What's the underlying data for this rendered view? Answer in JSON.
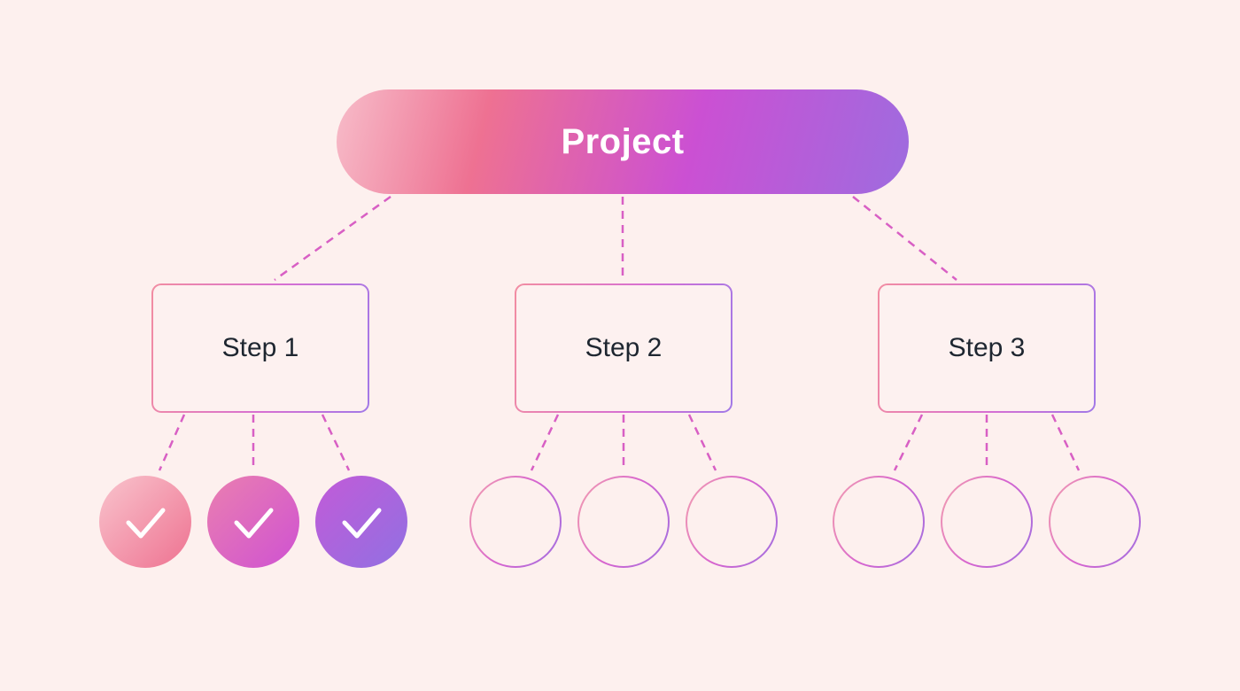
{
  "project": {
    "label": "Project"
  },
  "steps": [
    {
      "label": "Step 1",
      "tasks": [
        {
          "status": "done",
          "icon": "check-icon"
        },
        {
          "status": "done",
          "icon": "check-icon"
        },
        {
          "status": "done",
          "icon": "check-icon"
        }
      ]
    },
    {
      "label": "Step 2",
      "tasks": [
        {
          "status": "pending"
        },
        {
          "status": "pending"
        },
        {
          "status": "pending"
        }
      ]
    },
    {
      "label": "Step 3",
      "tasks": [
        {
          "status": "pending"
        },
        {
          "status": "pending"
        },
        {
          "status": "pending"
        }
      ]
    }
  ],
  "palette": {
    "background": "#fdf0ee",
    "title_text": "#ffffff",
    "step_text": "#1e2630",
    "connector": "#d85fc4",
    "pill1": "#f7bcc9",
    "pill2": "#ee7192",
    "pill3": "#cb50d3",
    "pill4": "#9e6cdf",
    "box_border1": "#f28da2",
    "box_border2": "#d76fd2",
    "box_border3": "#a279e7",
    "box_fill": "#fdf1f0",
    "ring1": "#f4a2ae",
    "ring2": "#d764cf",
    "ring3": "#9f71e1",
    "done1a": "#f9c4cd",
    "done1b": "#ee7291",
    "done2a": "#ea7fb0",
    "done2b": "#cf52d2",
    "done3a": "#c25bd8",
    "done3b": "#9170e2",
    "check_stroke": "#ffffff"
  }
}
